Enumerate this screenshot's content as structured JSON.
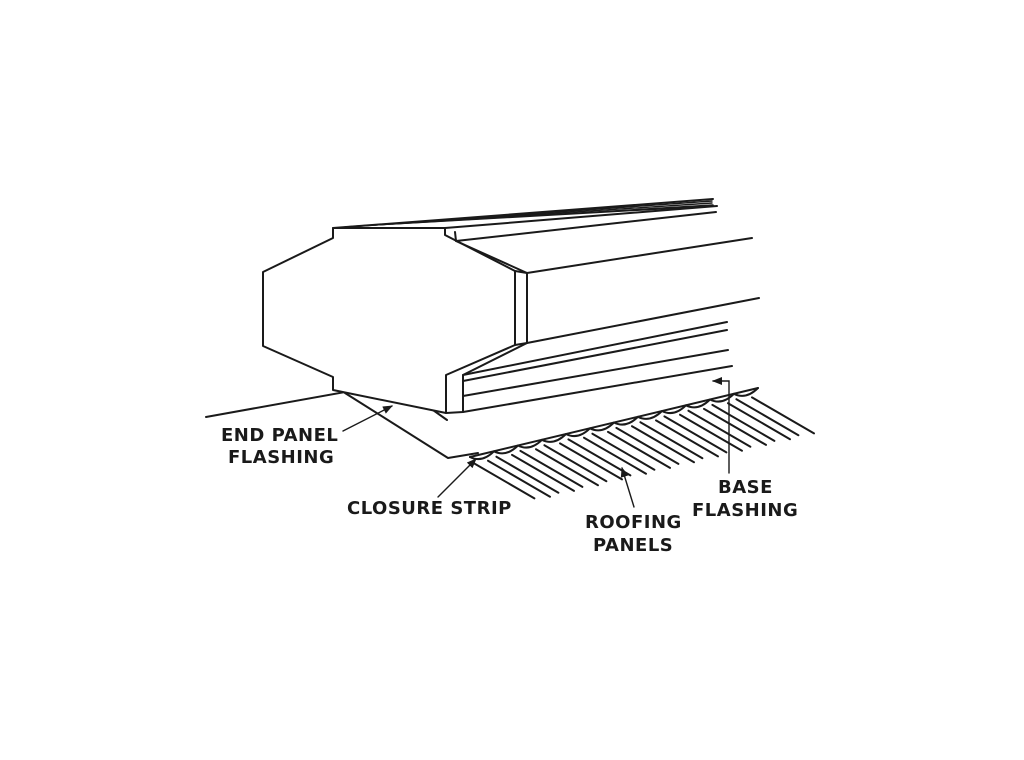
{
  "labels": {
    "end_panel_flashing": [
      "END PANEL",
      "FLASHING"
    ],
    "closure_strip": "CLOSURE STRIP",
    "roofing_panels": [
      "ROOFING",
      "PANELS"
    ],
    "base_flashing": [
      "BASE",
      "FLASHING"
    ]
  },
  "colors": {
    "line": "#1a1a1a",
    "background": "#ffffff"
  }
}
